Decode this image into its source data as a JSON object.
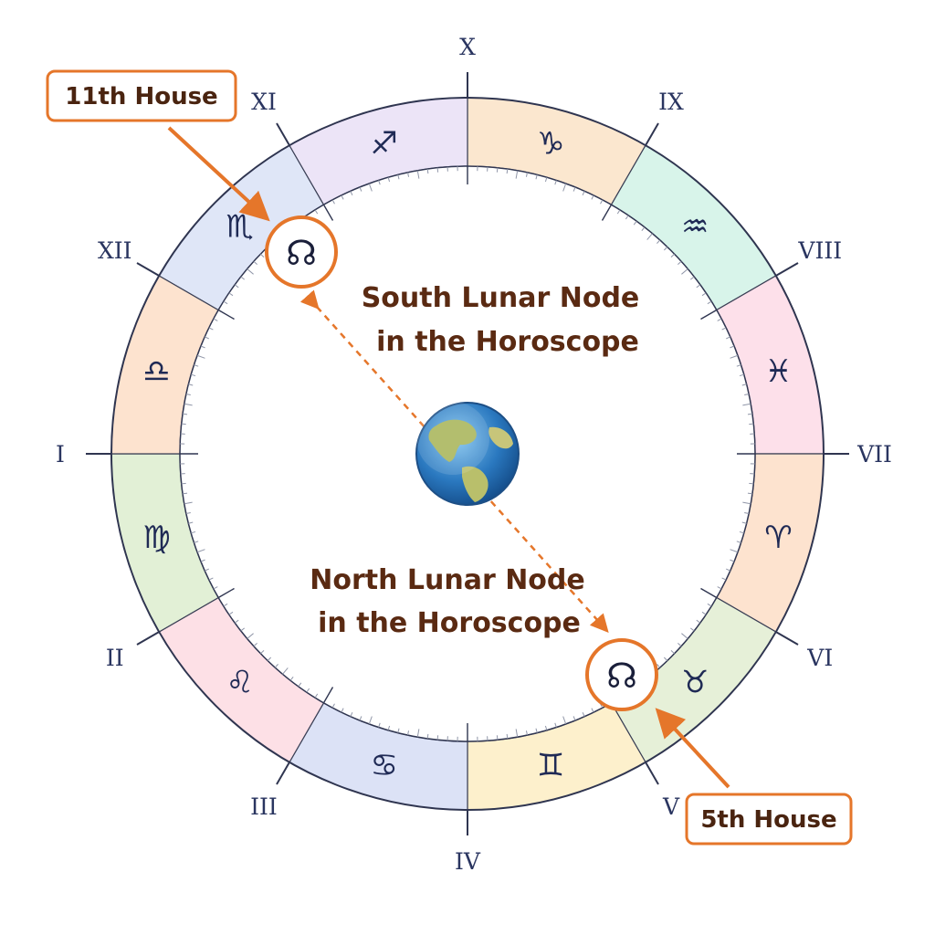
{
  "diagram": {
    "signs": [
      {
        "glyph": "♑",
        "name": "capricorn",
        "color": "#fbe7cf"
      },
      {
        "glyph": "♒",
        "name": "aquarius",
        "color": "#d8f4ea"
      },
      {
        "glyph": "♓",
        "name": "pisces",
        "color": "#fde0ea"
      },
      {
        "glyph": "♈",
        "name": "aries",
        "color": "#fde3cf"
      },
      {
        "glyph": "♉",
        "name": "taurus",
        "color": "#e6f0d8"
      },
      {
        "glyph": "♊",
        "name": "gemini",
        "color": "#fdf0cc"
      },
      {
        "glyph": "♋",
        "name": "cancer",
        "color": "#dce2f6"
      },
      {
        "glyph": "♌",
        "name": "leo",
        "color": "#fde0e6"
      },
      {
        "glyph": "♍",
        "name": "virgo",
        "color": "#e2f0d6"
      },
      {
        "glyph": "♎",
        "name": "libra",
        "color": "#fde3cf"
      },
      {
        "glyph": "♏",
        "name": "scorpio",
        "color": "#dfe6f7"
      },
      {
        "glyph": "♐",
        "name": "sagittarius",
        "color": "#ece4f7"
      }
    ],
    "houses": [
      "X",
      "IX",
      "VIII",
      "VII",
      "VI",
      "V",
      "IV",
      "III",
      "II",
      "I",
      "XII",
      "XI"
    ],
    "south_node": {
      "glyph": "☊",
      "label_line1": "South Lunar Node",
      "label_line2": "in the Horoscope"
    },
    "north_node": {
      "glyph": "☊",
      "label_line1": "North Lunar Node",
      "label_line2": "in the Horoscope"
    },
    "callout_11": {
      "text": "11th House"
    },
    "callout_5": {
      "text": "5th House"
    },
    "colors": {
      "accent": "#e5762a",
      "ring_stroke": "#2f3550",
      "text_dark": "#5a2a12",
      "house_text": "#2a3560"
    },
    "icons": {
      "center": "earth-globe-icon"
    }
  }
}
